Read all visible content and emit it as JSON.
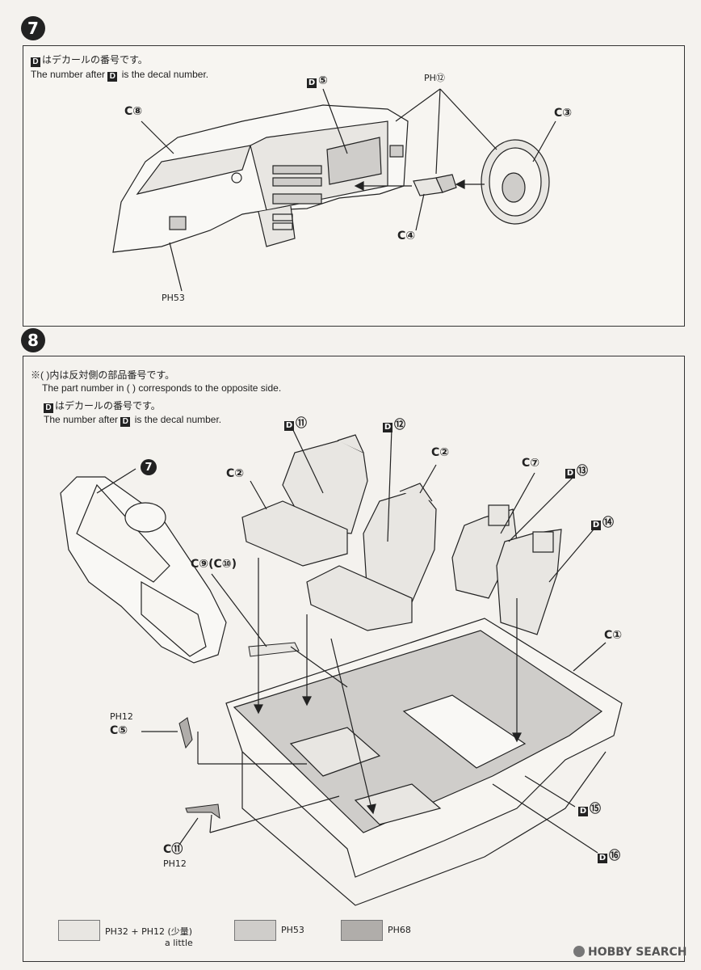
{
  "step7": {
    "number": "7",
    "note_jp": "はデカールの番号です。",
    "note_en_pre": "The number after",
    "note_en_post": "is the decal number.",
    "d_letter": "D",
    "labels": {
      "c8": "C⑧",
      "c3": "C③",
      "c4": "C④",
      "d5": "⑤",
      "ph12": "PH⑫",
      "ph53": "PH53"
    }
  },
  "step8": {
    "number": "8",
    "note1_jp": "※(  )内は反対側の部品番号です。",
    "note1_en": "The part number in (   ) corresponds to the opposite side.",
    "note2_jp": "はデカールの番号です。",
    "note2_en_pre": "The number after",
    "note2_en_post": "is the decal number.",
    "d_letter": "D",
    "labels": {
      "ref7": "7",
      "c2a": "C②",
      "c2b": "C②",
      "d11": "⑪",
      "d12": "⑫",
      "c7": "C⑦",
      "d13": "⑬",
      "d14": "⑭",
      "c9": "C⑨(C⑩)",
      "c1": "C①",
      "ph12a": "PH12",
      "c5": "C⑤",
      "d15": "⑮",
      "d16": "⑯",
      "c11": "C⑪",
      "ph12b": "PH12"
    }
  },
  "legend": [
    {
      "color": "#e8e6e2",
      "text": "PH32 + PH12 (少量)",
      "sub": "a little"
    },
    {
      "color": "#cfcdca",
      "text": "PH53",
      "sub": ""
    },
    {
      "color": "#b0adaa",
      "text": "PH68",
      "sub": ""
    }
  ],
  "watermark": "HOBBY SEARCH"
}
